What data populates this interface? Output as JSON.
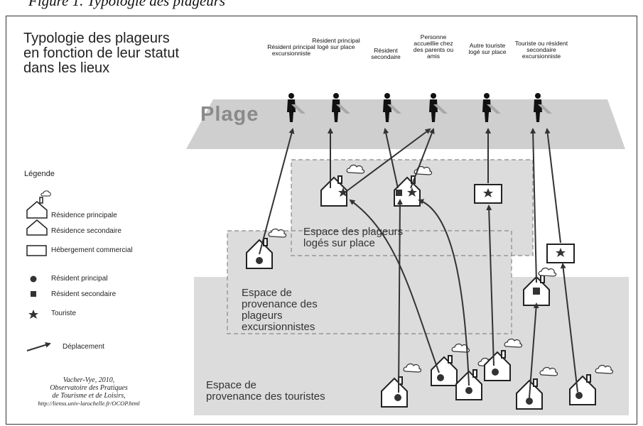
{
  "top_caption": "Figure 1. Typologie des plageurs",
  "title_lines": [
    "Typologie des plageurs",
    "en fonction de leur statut",
    "dans les lieux"
  ],
  "beach_label": "Plage",
  "categories": [
    "Résident principal excursionniste",
    "Résident principal logé sur place",
    "Résident secondaire",
    "Personne accueillie chez des parents ou amis",
    "Autre touriste logé sur place",
    "Touriste ou résident secondaire excursionniste"
  ],
  "zones": {
    "loges": [
      "Espace des plageurs",
      "logés sur place"
    ],
    "excursionnistes": [
      "Espace de",
      "provenance des",
      "plageurs",
      "excursionnistes"
    ],
    "touristes": [
      "Espace de",
      "provenance des touristes"
    ]
  },
  "legend": {
    "title": "Légende",
    "items": [
      "Résidence principale",
      "Résidence secondaire",
      "Hébergement commercial",
      "Résident principal",
      "Résident secondaire",
      "Touriste",
      "Déplacement"
    ]
  },
  "credit_lines": [
    "Vacher-Vye, 2010,",
    "Observatoire des Pratiques",
    "de Tourisme et de Loisirs,",
    "http://lienss.univ-larochelle.fr/OCOP.html"
  ],
  "colors": {
    "zone_fill": "#dcdcdc",
    "beach_fill": "#cfcfcf",
    "ink": "#333333"
  }
}
